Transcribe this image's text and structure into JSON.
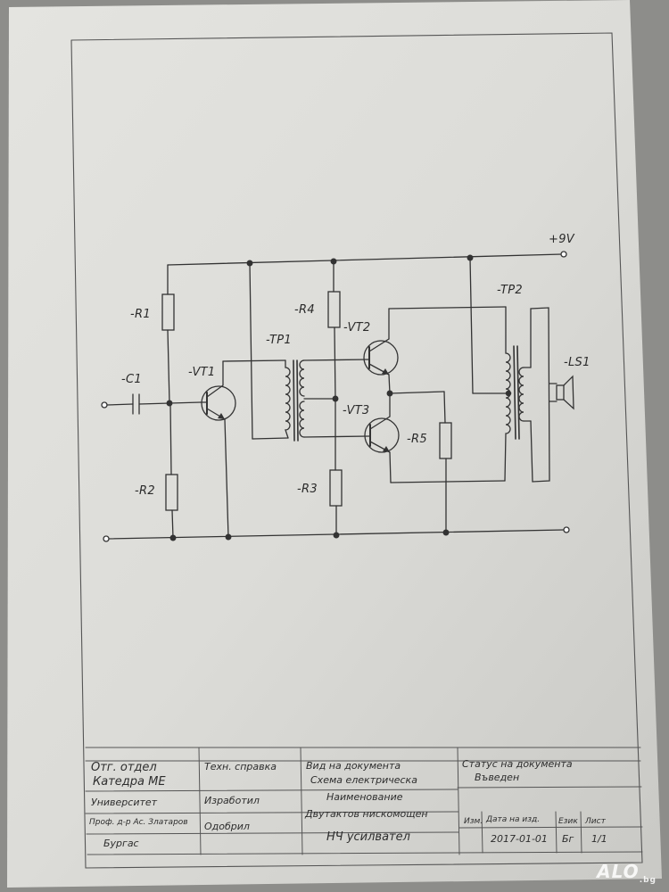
{
  "schematic": {
    "supply_label": "+9V",
    "components": {
      "r1": "-R1",
      "r2": "-R2",
      "r3": "-R3",
      "r4": "-R4",
      "r5": "-R5",
      "c1": "-C1",
      "vt1": "-VT1",
      "vt2": "-VT2",
      "vt3": "-VT3",
      "tr1": "-TP1",
      "tr2": "-TP2",
      "ls1": "-LS1"
    }
  },
  "title_block": {
    "dept_label": "Отг. отдел",
    "dept_value": "Катедра МЕ",
    "university": "Университет",
    "professor": "Проф. д-р Ас. Златаров",
    "city": "Бургас",
    "tech_ref": "Техн. справка",
    "prepared_by": "Изработил",
    "approved_by": "Одобрил",
    "doc_type_label": "Вид на документа",
    "doc_type_value": "Схема електрическа",
    "name_label": "Наименование",
    "name_value_line1": "Двутактов нискомощен",
    "name_value_line2": "НЧ усилвател",
    "status_label": "Статус на документа",
    "status_value": "Въведен",
    "rev_label": "Изм.",
    "date_label": "Дата на изд.",
    "date_value": "2017-01-01",
    "lang_label": "Език",
    "lang_value": "Бг",
    "sheet_label": "Лист",
    "sheet_value": "1/1"
  },
  "watermark": {
    "text": "ALO",
    "suffix": ".bg"
  }
}
